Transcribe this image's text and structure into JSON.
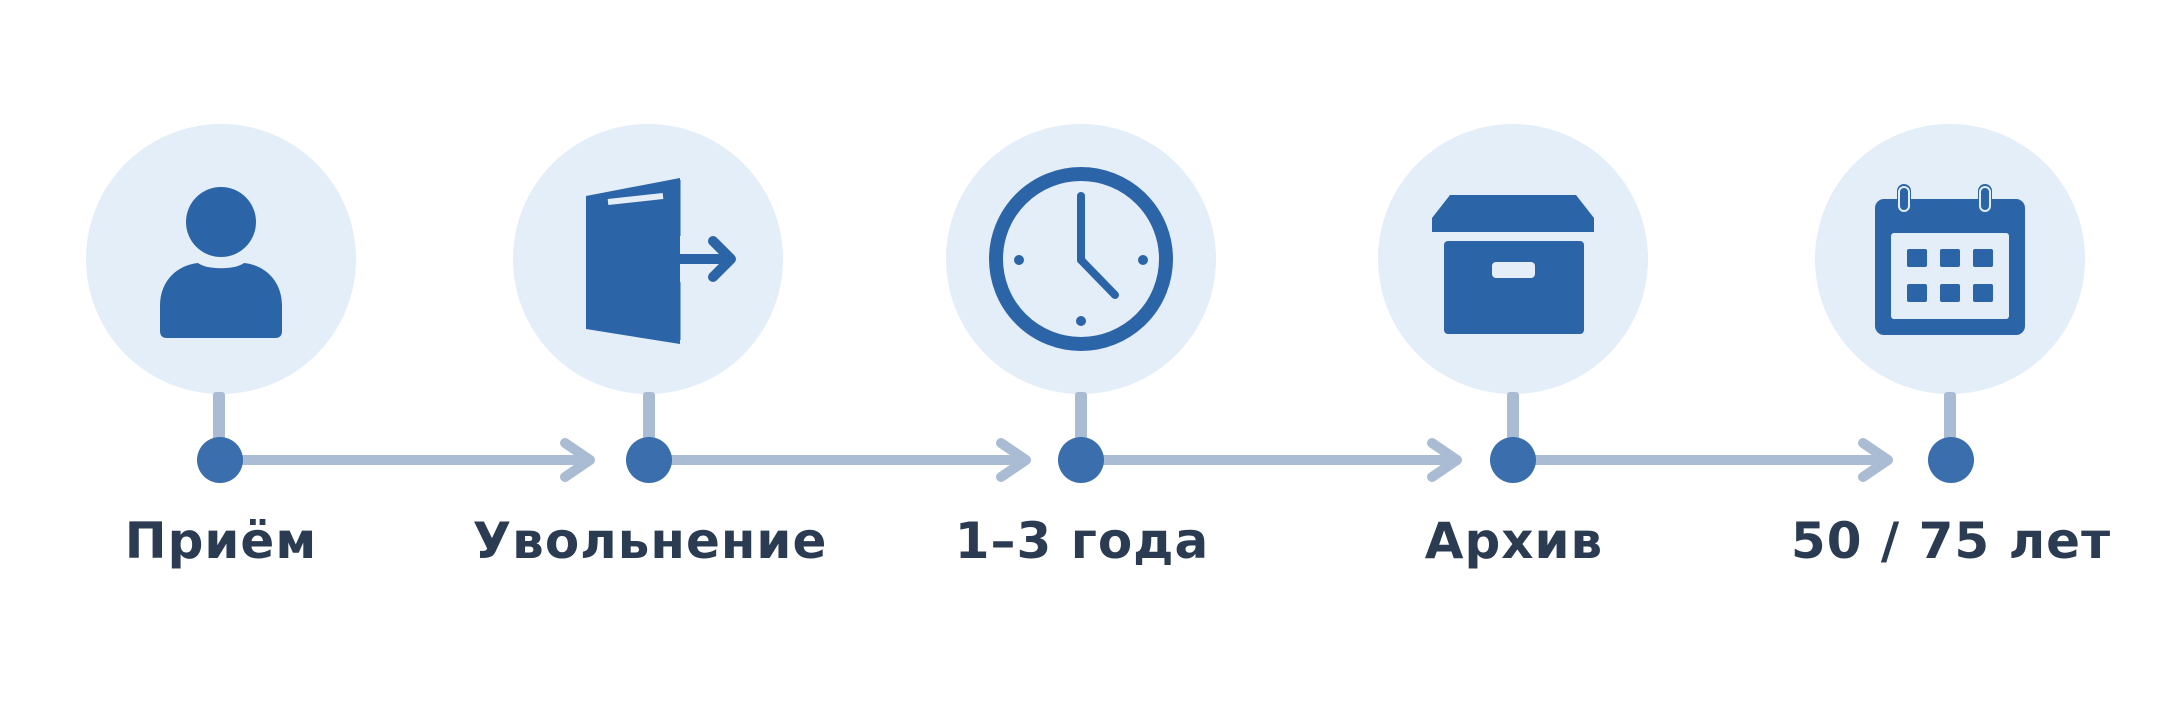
{
  "steps": [
    {
      "label": "Приём",
      "icon": "person-icon"
    },
    {
      "label": "Увольнение",
      "icon": "door-exit-icon"
    },
    {
      "label": "1–3 года",
      "icon": "clock-icon"
    },
    {
      "label": "Архив",
      "icon": "archive-box-icon"
    },
    {
      "label": "50 / 75 лет",
      "icon": "calendar-icon"
    }
  ],
  "colors": {
    "icon": "#2c64a8",
    "circle": "#e3eef9",
    "node": "#3a6eac",
    "connector": "#a9bcd3",
    "label": "#2a3b52"
  }
}
